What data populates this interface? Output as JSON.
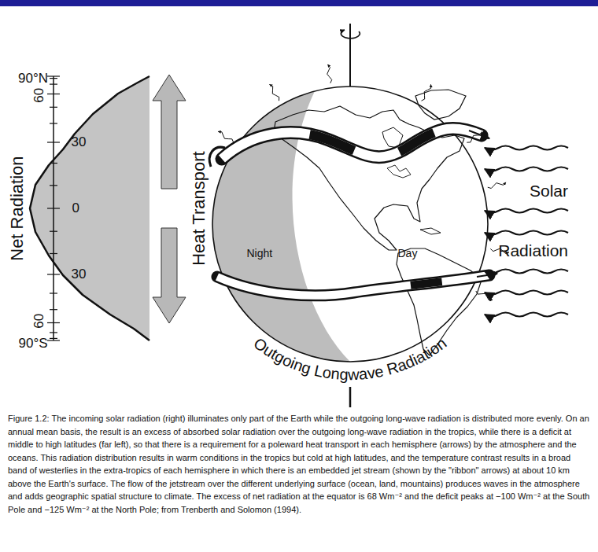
{
  "diagram": {
    "caption": "Figure 1.2: The incoming solar radiation (right) illuminates only part of the Earth while the outgoing long-wave radiation is distributed more evenly. On an annual mean basis, the result is an excess of absorbed solar radiation over the outgoing long-wave radiation in the tropics, while there is a deficit at middle to high latitudes (far left), so that there is a requirement for a poleward heat transport in each hemisphere (arrows) by the atmosphere and the oceans. This radiation distribution results in warm conditions in the tropics but cold at high latitudes, and the temperature contrast results in a broad band of westerlies in the extra-tropics of each hemisphere in which there is an embedded jet stream (shown by the \"ribbon\" arrows) at about 10 km above the Earth's surface. The flow of the jetstream over the different underlying surface (ocean, land, mountains) produces waves in the atmosphere and adds geographic spatial structure to climate. The excess of net radiation at the equator is 68 Wm⁻² and the deficit peaks at −100 Wm⁻² at the South Pole and −125 Wm⁻² at the North Pole; from Trenberth and Solomon (1994).",
    "labels": [
      "90°N",
      "60",
      "30",
      "0",
      "30",
      "60",
      "90°S",
      "Net Radiation",
      "Heat Transport",
      "Night",
      "Day",
      "Solar Radiation",
      "Outgoing Longwave Radiation"
    ]
  }
}
